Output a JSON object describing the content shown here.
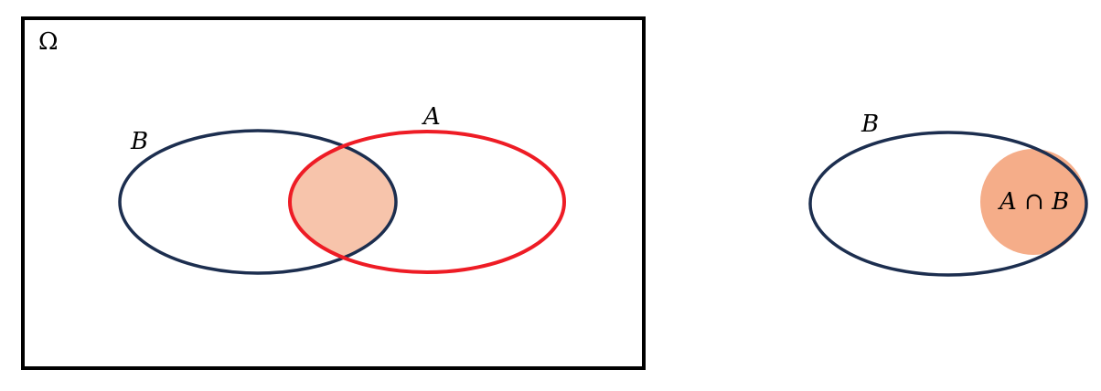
{
  "diagram": {
    "left": {
      "universe_label": "Ω",
      "set_b_label": "B",
      "set_a_label": "A"
    },
    "right": {
      "set_b_label": "B",
      "intersection_label": "A ∩ B"
    }
  },
  "colors": {
    "universe_border": "#000000",
    "set_b_stroke": "#1c2e4f",
    "set_a_stroke": "#ee1c25",
    "intersection_fill_left": "#f7c4ab",
    "intersection_fill_right": "#f5ad89"
  }
}
